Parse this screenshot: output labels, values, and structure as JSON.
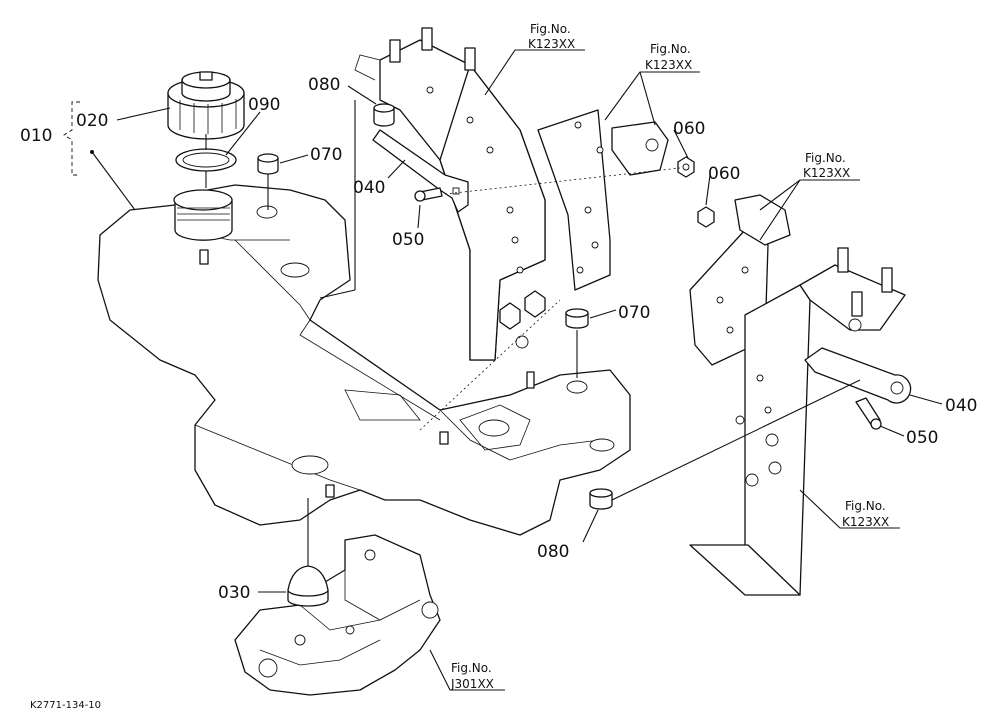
{
  "drawing_code": "K2771-134-10",
  "callouts": {
    "p010": "010",
    "p020": "020",
    "p090": "090",
    "p070_top": "070",
    "p080_top": "080",
    "p040_left": "040",
    "p050_left": "050",
    "p060_a": "060",
    "p060_b": "060",
    "p070_mid": "070",
    "p040_right": "040",
    "p050_right": "050",
    "p080_bottom": "080",
    "p030": "030"
  },
  "figure_refs": {
    "fig_label": "Fig.No.",
    "ref1": "K123XX",
    "ref2": "K123XX",
    "ref3": "K123XX",
    "ref4": "K123XX",
    "ref5": "J301XX"
  }
}
